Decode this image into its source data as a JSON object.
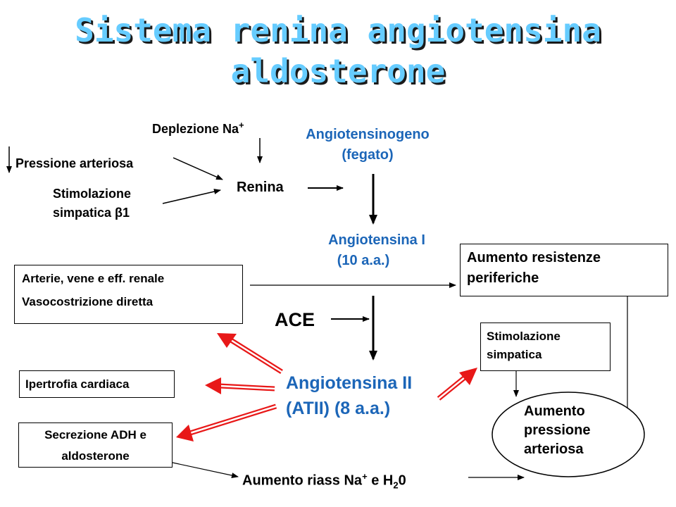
{
  "title": {
    "line1": "Sistema renina angiotensina",
    "line2": "aldosterone"
  },
  "inputs": {
    "deplezione": "Deplezione Na",
    "deplezione_sup": "+",
    "pressione": "Pressione arteriosa",
    "stimolazione_l1": "Stimolazione",
    "stimolazione_l2": "simpatica β1"
  },
  "renina": "Renina",
  "angiotensinogeno": {
    "l1": "Angiotensinogeno",
    "l2": "(fegato)"
  },
  "angiotensina1": {
    "l1": "Angiotensina I",
    "l2": "(10 a.a.)"
  },
  "ace": "ACE",
  "angiotensina2": {
    "l1": "Angiotensina II",
    "l2": "(ATII) (8 a.a.)"
  },
  "effects": {
    "arterie_l1": "Arterie, vene e eff. renale",
    "arterie_l2": "Vasocostrizione diretta",
    "ipertrofia": "Ipertrofia cardiaca",
    "adh_l1": "Secrezione ADH e",
    "adh_l2": "aldosterone",
    "resistenze_l1": "Aumento resistenze",
    "resistenze_l2": "periferiche",
    "stim_simp_l1": "Stimolazione",
    "stim_simp_l2": "simpatica",
    "riass_pre": "Aumento riass Na",
    "riass_sup": "+",
    "riass_mid": " e H",
    "riass_sub": "2",
    "riass_post": "0"
  },
  "pressione_finale": {
    "l1": "Aumento",
    "l2": "pressione",
    "l3": "arteriosa"
  },
  "colors": {
    "title": "#66ccff",
    "blue_text": "#1c66b8",
    "red_arrow": "#e81818"
  }
}
